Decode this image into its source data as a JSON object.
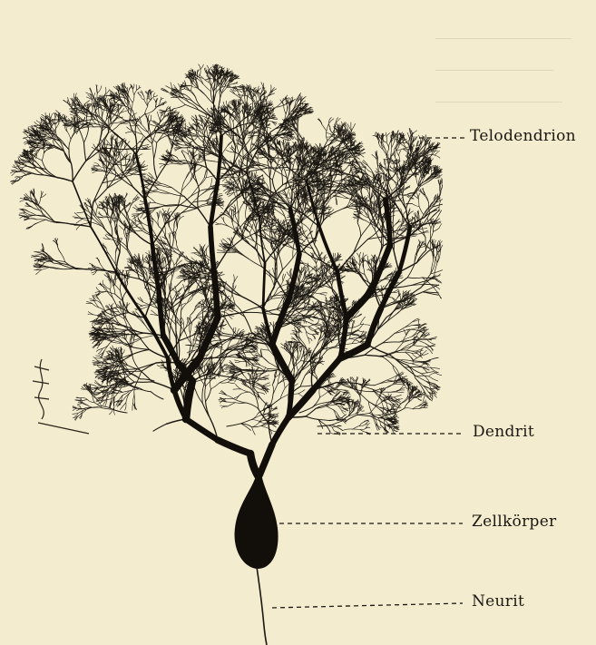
{
  "labels": {
    "telodendrion": "Telodendrion",
    "dendrit": "Dendrit",
    "zellkoerper": "Zellkörper",
    "neurit": "Neurit"
  },
  "colors": {
    "paper": "#f3eccf",
    "ink": "#1b1712",
    "bleed_text": "#8c8570"
  }
}
